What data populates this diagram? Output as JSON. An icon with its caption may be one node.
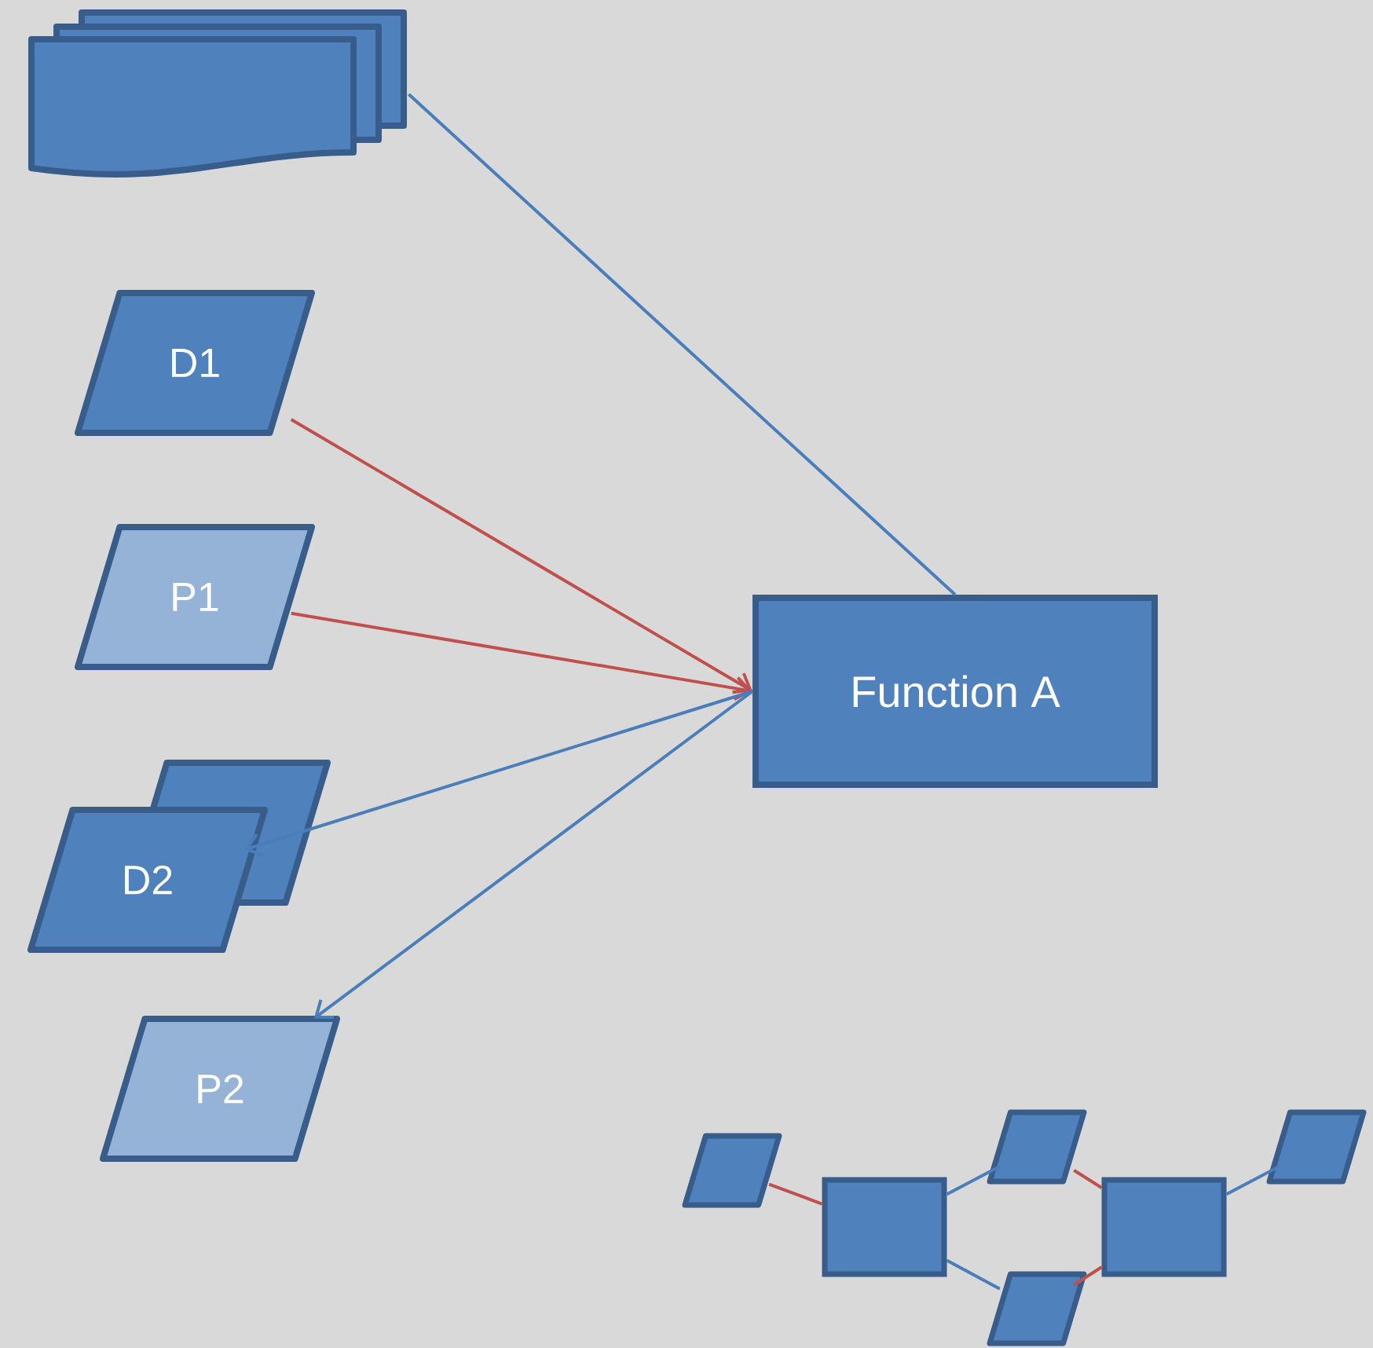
{
  "diagram": {
    "nodes": [
      {
        "text": [],
        "shape": "document"
      },
      {
        "text": [
          "D1"
        ]
      },
      {
        "text": [
          "P1"
        ]
      },
      {
        "text": [
          "D2"
        ]
      },
      {
        "text": [
          "P2"
        ]
      },
      {
        "text": [
          "Function A"
        ]
      },
      {
        "text": [],
        "shape": "parallelogram"
      },
      {
        "text": [],
        "shape": "box"
      },
      {
        "text": [],
        "shape": "parallelogram"
      },
      {
        "text": [],
        "shape": "parallelogram"
      },
      {
        "text": [],
        "shape": "box"
      },
      {
        "text": [],
        "shape": "parallelogram"
      }
    ],
    "edges": [
      {
        "from": 0,
        "to": 5,
        "arrow": "none"
      },
      {
        "from": 1,
        "to": 5,
        "arrow": "to",
        "color": "#c0504d"
      },
      {
        "from": 2,
        "to": 5,
        "arrow": "to",
        "color": "#c0504d"
      },
      {
        "from": 5,
        "to": 3,
        "arrow": "to"
      },
      {
        "from": 5,
        "to": 4,
        "arrow": "to"
      },
      {
        "from": 6,
        "to": 7,
        "arrow": "none",
        "color": "#c0504d"
      },
      {
        "from": 7,
        "to": 8,
        "arrow": "none"
      },
      {
        "from": 7,
        "to": 9,
        "arrow": "none"
      },
      {
        "from": 8,
        "to": 10,
        "arrow": "none",
        "color": "#c0504d"
      },
      {
        "from": 9,
        "to": 10,
        "arrow": "none",
        "color": "#c0504d"
      },
      {
        "from": 10,
        "to": 11,
        "arrow": "none"
      }
    ]
  }
}
